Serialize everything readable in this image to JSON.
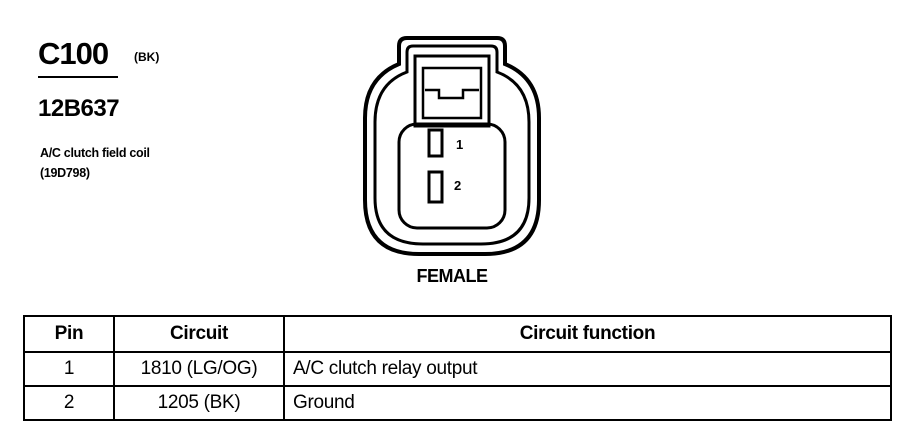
{
  "connector": {
    "id": "C100",
    "color": "(BK)",
    "part_number": "12B637",
    "description": "A/C clutch field coil",
    "component_number": "(19D798)"
  },
  "diagram": {
    "pin_labels": [
      "1",
      "2"
    ],
    "gender": "FEMALE"
  },
  "table": {
    "headers": [
      "Pin",
      "Circuit",
      "Circuit function"
    ],
    "rows": [
      {
        "pin": "1",
        "circuit": "1810 (LG/OG)",
        "function": "A/C clutch relay output"
      },
      {
        "pin": "2",
        "circuit": "1205 (BK)",
        "function": "Ground"
      }
    ]
  }
}
